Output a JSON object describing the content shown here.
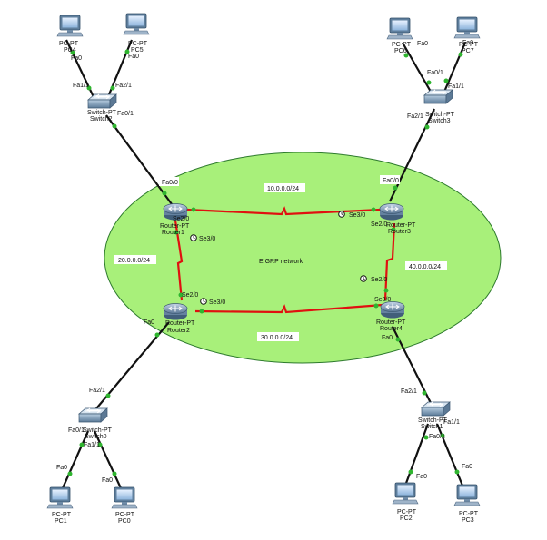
{
  "cloud": {
    "label": "EIGRP network",
    "fill": "#a8f07a",
    "stroke": "#2d7a2d"
  },
  "networks": [
    "10.0.0.0/24",
    "20.0.0.0/24",
    "30.0.0.0/24",
    "40.0.0.0/24"
  ],
  "routers": {
    "r1": {
      "type": "Router-PT",
      "name": "Router1"
    },
    "r2": {
      "type": "Router-PT",
      "name": "Router2"
    },
    "r3": {
      "type": "Router-PT",
      "name": "Router3"
    },
    "r4": {
      "type": "Router-PT",
      "name": "Router4"
    }
  },
  "switches": {
    "s0": {
      "type": "Switch-PT",
      "name": "Switch0"
    },
    "s1": {
      "type": "Switch-PT",
      "name": "Switch1"
    },
    "s2": {
      "type": "Switch-PT",
      "name": "Switch2"
    },
    "s3": {
      "type": "Switch-PT",
      "name": "Switch3"
    }
  },
  "pcs": {
    "pc0": {
      "type": "PC-PT",
      "name": "PC0"
    },
    "pc1": {
      "type": "PC-PT",
      "name": "PC1"
    },
    "pc2": {
      "type": "PC-PT",
      "name": "PC2"
    },
    "pc3": {
      "type": "PC-PT",
      "name": "PC3"
    },
    "pc4": {
      "type": "PC-PT",
      "name": "PC4"
    },
    "pc5": {
      "type": "PC-PT",
      "name": "PC5"
    },
    "pc6": {
      "type": "PC-PT",
      "name": "PC6"
    },
    "pc7": {
      "type": "PC-PT",
      "name": "PC7"
    }
  },
  "ports": {
    "fa0": "Fa0",
    "fa0_0": "Fa0/0",
    "fa0_1": "Fa0/1",
    "fa1_1": "Fa1/1",
    "fa2_1": "Fa2/1",
    "se2_0": "Se2/0",
    "se3_0": "Se3/0"
  }
}
